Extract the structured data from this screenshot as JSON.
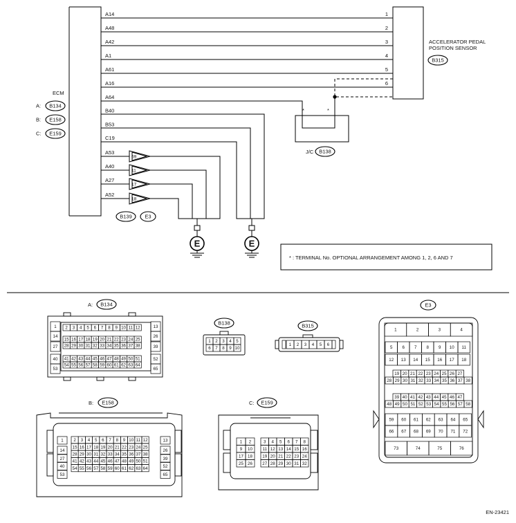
{
  "ecm": {
    "label": "ECM",
    "connectors": [
      {
        "prefix": "A:",
        "code": "B134"
      },
      {
        "prefix": "B:",
        "code": "E158"
      },
      {
        "prefix": "C:",
        "code": "E159"
      }
    ]
  },
  "sensor": {
    "label_line1": "ACCELERATOR PEDAL",
    "label_line2": "POSITION SENSOR",
    "code": "B315"
  },
  "sensor_wires": [
    {
      "ecm": "A14",
      "pin": "1"
    },
    {
      "ecm": "A48",
      "pin": "2"
    },
    {
      "ecm": "A42",
      "pin": "3"
    },
    {
      "ecm": "A1",
      "pin": "4"
    },
    {
      "ecm": "A61",
      "pin": "5"
    },
    {
      "ecm": "A16",
      "pin": "6"
    }
  ],
  "ground_wires": [
    {
      "ecm": "A64"
    },
    {
      "ecm": "B40"
    },
    {
      "ecm": "B53"
    },
    {
      "ecm": "C19"
    }
  ],
  "inline_wires": [
    {
      "ecm": "A53",
      "pin": "69"
    },
    {
      "ecm": "A40",
      "pin": "11"
    },
    {
      "ecm": "A27",
      "pin": "17"
    },
    {
      "ecm": "A52",
      "pin": "18"
    }
  ],
  "inline_codes": [
    "B139",
    "E3"
  ],
  "jc": {
    "label": "J/C",
    "code": "B138",
    "star": "*"
  },
  "ground_symbol": "E",
  "note": "* : TERMINAL No. OPTIONAL ARRANGEMENT AMONG 1, 2, 6 AND 7",
  "connector_views": {
    "a": {
      "prefix": "A:",
      "code": "B134",
      "rows": [
        [
          "1",
          "2",
          "3",
          "4",
          "5",
          "6",
          "7",
          "8",
          "9",
          "10",
          "11",
          "12",
          "13"
        ],
        [
          "14",
          "15",
          "16",
          "17",
          "18",
          "19",
          "20",
          "21",
          "22",
          "23",
          "24",
          "25",
          "26"
        ],
        [
          "27",
          "28",
          "29",
          "30",
          "31",
          "32",
          "33",
          "34",
          "35",
          "36",
          "37",
          "38",
          "39"
        ],
        [
          "40",
          "41",
          "42",
          "43",
          "44",
          "45",
          "46",
          "47",
          "48",
          "49",
          "50",
          "51",
          "52"
        ],
        [
          "53",
          "54",
          "55",
          "56",
          "57",
          "58",
          "59",
          "60",
          "61",
          "62",
          "63",
          "64",
          "65"
        ]
      ]
    },
    "b138": {
      "code": "B138",
      "rows": [
        [
          "1",
          "2",
          "3",
          "4",
          "5"
        ],
        [
          "6",
          "7",
          "8",
          "9",
          "10"
        ]
      ]
    },
    "b315": {
      "code": "B315",
      "rows": [
        [
          "1",
          "2",
          "3",
          "4",
          "5",
          "6"
        ]
      ]
    },
    "e3": {
      "code": "E3",
      "rows": [
        [
          "1",
          "2",
          "3",
          "4"
        ],
        [
          "5",
          "6",
          "7",
          "8",
          "9",
          "10",
          "11"
        ],
        [
          "12",
          "13",
          "14",
          "15",
          "16",
          "17",
          "18"
        ],
        [
          "19",
          "20",
          "21",
          "22",
          "23",
          "24",
          "25",
          "26",
          "27"
        ],
        [
          "28",
          "29",
          "30",
          "31",
          "32",
          "33",
          "34",
          "35",
          "36",
          "37",
          "38"
        ],
        [
          "39",
          "40",
          "41",
          "42",
          "43",
          "44",
          "45",
          "46",
          "47"
        ],
        [
          "48",
          "49",
          "50",
          "51",
          "52",
          "53",
          "54",
          "55",
          "56",
          "57",
          "58"
        ],
        [
          "59",
          "60",
          "61",
          "62",
          "63",
          "64",
          "65"
        ],
        [
          "66",
          "67",
          "68",
          "69",
          "70",
          "71",
          "72"
        ],
        [
          "73",
          "74",
          "75",
          "76"
        ]
      ]
    },
    "b": {
      "prefix": "B:",
      "code": "E158",
      "rows": [
        [
          "1",
          "2",
          "3",
          "4",
          "5",
          "6",
          "7",
          "8",
          "9",
          "10",
          "11",
          "12",
          "13"
        ],
        [
          "14",
          "15",
          "16",
          "17",
          "18",
          "19",
          "20",
          "21",
          "22",
          "23",
          "24",
          "25",
          "26"
        ],
        [
          "27",
          "28",
          "29",
          "30",
          "31",
          "32",
          "33",
          "34",
          "35",
          "36",
          "37",
          "38",
          "39"
        ],
        [
          "40",
          "41",
          "42",
          "43",
          "44",
          "45",
          "46",
          "47",
          "48",
          "49",
          "50",
          "51",
          "52"
        ],
        [
          "53",
          "54",
          "55",
          "56",
          "57",
          "58",
          "59",
          "60",
          "61",
          "62",
          "63",
          "64",
          "65"
        ]
      ]
    },
    "c": {
      "prefix": "C:",
      "code": "E159",
      "rows": [
        [
          "1",
          "2",
          "3",
          "4",
          "5",
          "6",
          "7",
          "8"
        ],
        [
          "9",
          "10",
          "11",
          "12",
          "13",
          "14",
          "15",
          "16"
        ],
        [
          "17",
          "18",
          "19",
          "20",
          "21",
          "22",
          "23",
          "24"
        ],
        [
          "25",
          "26",
          "27",
          "28",
          "29",
          "30",
          "31",
          "32"
        ]
      ]
    }
  },
  "doc_id": "EN-23421"
}
